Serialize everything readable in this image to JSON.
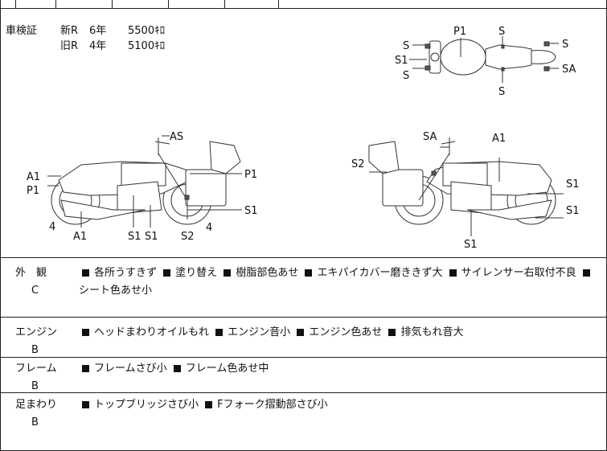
{
  "shaken": {
    "label": "車検証",
    "new_r": "新R",
    "new_years": "6年",
    "new_km": "5500ｷﾛ",
    "old_r": "旧R",
    "old_years": "4年",
    "old_km": "5100ｷﾛ"
  },
  "diagram_labels": {
    "top_p1": "P1",
    "top_s_top_left": "S",
    "top_s1": "S1",
    "top_s_bot_left": "S",
    "top_s_top_mid": "S",
    "top_s_bot_mid": "S",
    "top_s_right": "S",
    "top_sa": "SA",
    "left_as": "AS",
    "left_a1": "A1",
    "left_p1": "P1",
    "left_4_left": "4",
    "left_a1_bottom": "A1",
    "left_s1_a": "S1",
    "left_s1_b": "S1",
    "left_s2": "S2",
    "left_4_right": "4",
    "left_p1_right": "P1",
    "left_s1_right": "S1",
    "right_sa": "SA",
    "right_s2": "S2",
    "right_a1": "A1",
    "right_s1_upper": "S1",
    "right_s1_lower": "S1",
    "right_s1_bottom": "S1"
  },
  "rows": [
    {
      "name": "外　観",
      "grade": "C",
      "items": [
        "各所うすきず",
        "塗り替え",
        "樹脂部色あせ",
        "エキパイカバー磨ききず大",
        "サイレンサー右取付不良",
        "シート色あせ小"
      ]
    },
    {
      "name": "エンジン",
      "grade": "B",
      "items": [
        "ヘッドまわりオイルもれ",
        "エンジン音小",
        "エンジン色あせ",
        "排気もれ音大"
      ]
    },
    {
      "name": "フレーム",
      "grade": "B",
      "items": [
        "フレームさび小",
        "フレーム色あせ中"
      ]
    },
    {
      "name": "足まわり",
      "grade": "B",
      "items": [
        "トップブリッジさび小",
        "Fフォーク摺動部さび小"
      ]
    }
  ]
}
